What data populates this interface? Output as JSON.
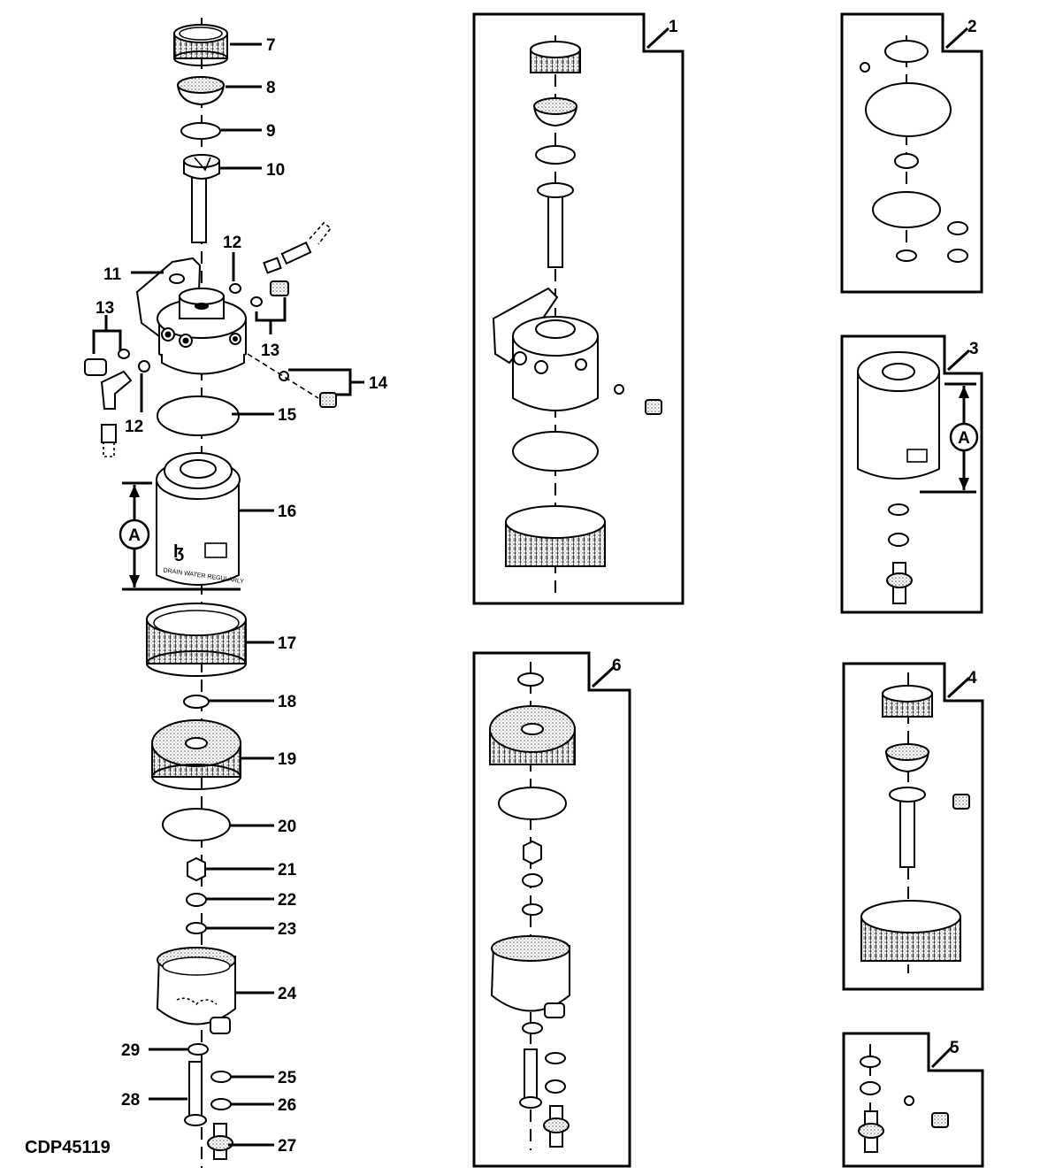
{
  "drawing_code": "CDP45119",
  "dimension_label": "A",
  "callouts": {
    "c7": "7",
    "c8": "8",
    "c9": "9",
    "c10": "10",
    "c11": "11",
    "c12a": "12",
    "c12b": "12",
    "c13a": "13",
    "c13b": "13",
    "c14": "14",
    "c15": "15",
    "c16": "16",
    "c17": "17",
    "c18": "18",
    "c19": "19",
    "c20": "20",
    "c21": "21",
    "c22": "22",
    "c23": "23",
    "c24": "24",
    "c25": "25",
    "c26": "26",
    "c27": "27",
    "c28": "28",
    "c29": "29"
  },
  "filter_label_text": "DRAIN WATER REGULARLY",
  "kits": [
    {
      "number": "1"
    },
    {
      "number": "2"
    },
    {
      "number": "3"
    },
    {
      "number": "4"
    },
    {
      "number": "5"
    },
    {
      "number": "6"
    }
  ]
}
